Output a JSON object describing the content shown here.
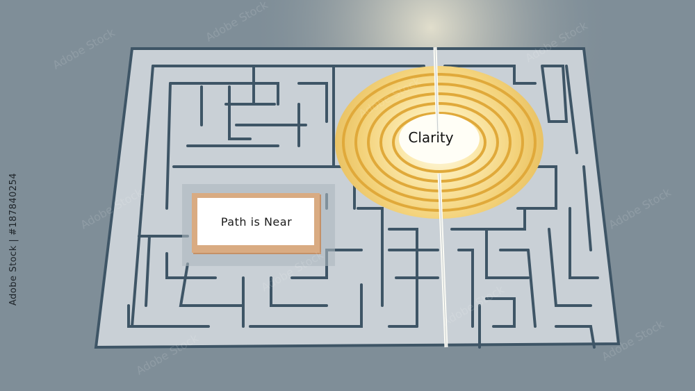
{
  "scene": {
    "sign_text": "Path is Near",
    "center_text": "Clarity",
    "stock_id": "Adobe Stock | #187840254",
    "watermark": "Adobe Stock"
  },
  "colors": {
    "background": "#7f8e98",
    "maze_floor": "#c9d0d6",
    "maze_wall": "#3e5566",
    "glow": "#f3d27a",
    "rings": "#e0a93a",
    "sign_frame": "#d9ab82"
  }
}
